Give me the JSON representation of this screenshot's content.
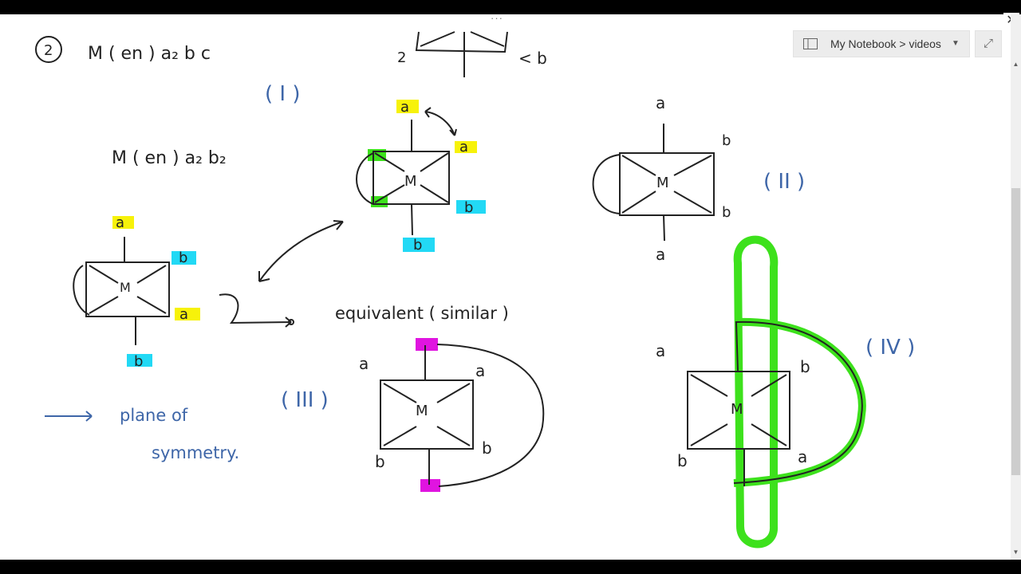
{
  "window": {
    "close_glyph": "✕",
    "more_glyph": "···"
  },
  "notebook": {
    "breadcrumb": "My Notebook > videos",
    "caret": "▼",
    "expand_glyph": "⤢"
  },
  "scrollbar": {
    "up": "▲",
    "down": "▼"
  },
  "notes": {
    "problem_number": "2",
    "formula_1": "M ( en )  a₂ b c",
    "formula_2": "M ( en ) a₂ b₂",
    "top_left_label": "2",
    "top_right_label": "< b",
    "label_I": "( I )",
    "label_II": "( II )",
    "label_III": "( III )",
    "label_IV": "( IV )",
    "equivalent_note": "equivalent ( similar )",
    "plane_note_1": "plane of",
    "plane_note_2": "symmetry.",
    "metal": "M",
    "a": "a",
    "b": "b"
  },
  "highlight_colors": {
    "yellow": "#f7f20a",
    "cyan": "#22d9f5",
    "green": "#3de11c",
    "magenta": "#e014e0",
    "ink": "#222222",
    "blue_ink": "#3e66a8"
  }
}
